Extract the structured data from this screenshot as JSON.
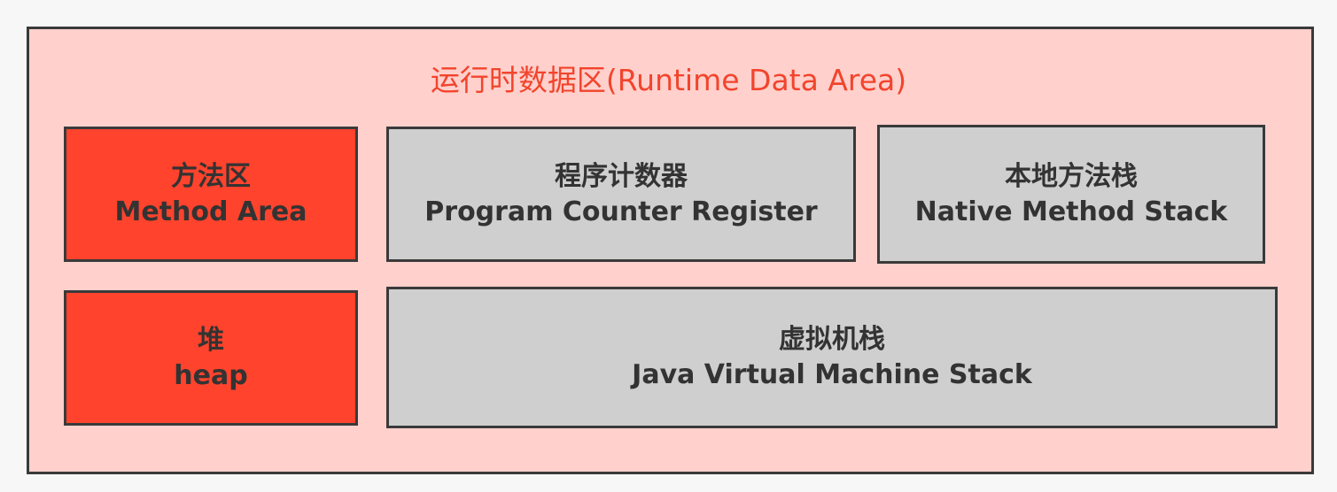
{
  "title": "运行时数据区(Runtime Data Area)",
  "areas": {
    "method_area": {
      "zh": "方法区",
      "en": "Method Area"
    },
    "pc_register": {
      "zh": "程序计数器",
      "en": "Program Counter Register"
    },
    "native_stack": {
      "zh": "本地方法栈",
      "en": "Native Method Stack"
    },
    "heap": {
      "zh": "堆",
      "en": "heap"
    },
    "jvm_stack": {
      "zh": "虚拟机栈",
      "en": "Java Virtual Machine Stack"
    }
  },
  "colors": {
    "shared": "#ff432c",
    "private": "#cfcfcf",
    "background": "#ffd0cc"
  }
}
